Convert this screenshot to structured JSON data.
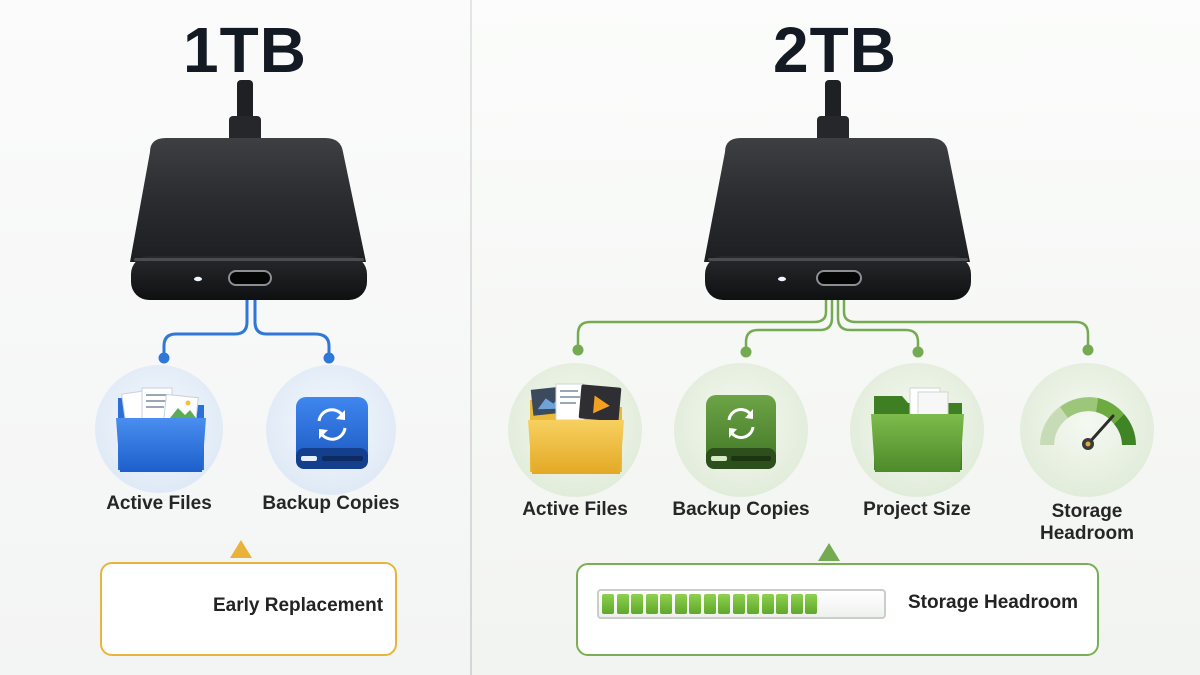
{
  "left": {
    "title": "1TB",
    "items": [
      {
        "label": "Active Files",
        "icon": "blue-folder-icon"
      },
      {
        "label": "Backup Copies",
        "icon": "blue-sync-drive-icon"
      }
    ],
    "callout": {
      "label": "Early Replacement",
      "icon": "calendar-icon"
    }
  },
  "right": {
    "title": "2TB",
    "items": [
      {
        "label": "Active Files",
        "icon": "yellow-media-folder-icon"
      },
      {
        "label": "Backup Copies",
        "icon": "green-sync-drive-icon"
      },
      {
        "label": "Project Size",
        "icon": "green-folder-icon"
      },
      {
        "label": "Storage Headroom",
        "label_line1": "Storage",
        "label_line2": "Headroom",
        "icon": "gauge-icon"
      }
    ],
    "callout": {
      "label": "Storage Headroom",
      "icon": "progress-bar-icon",
      "fill_fraction": 0.78
    }
  },
  "colors": {
    "left_accent": "#3a78d6",
    "left_callout_border": "#e6b53a",
    "right_accent": "#7aae55",
    "bar_fill": "#6cbf36"
  }
}
